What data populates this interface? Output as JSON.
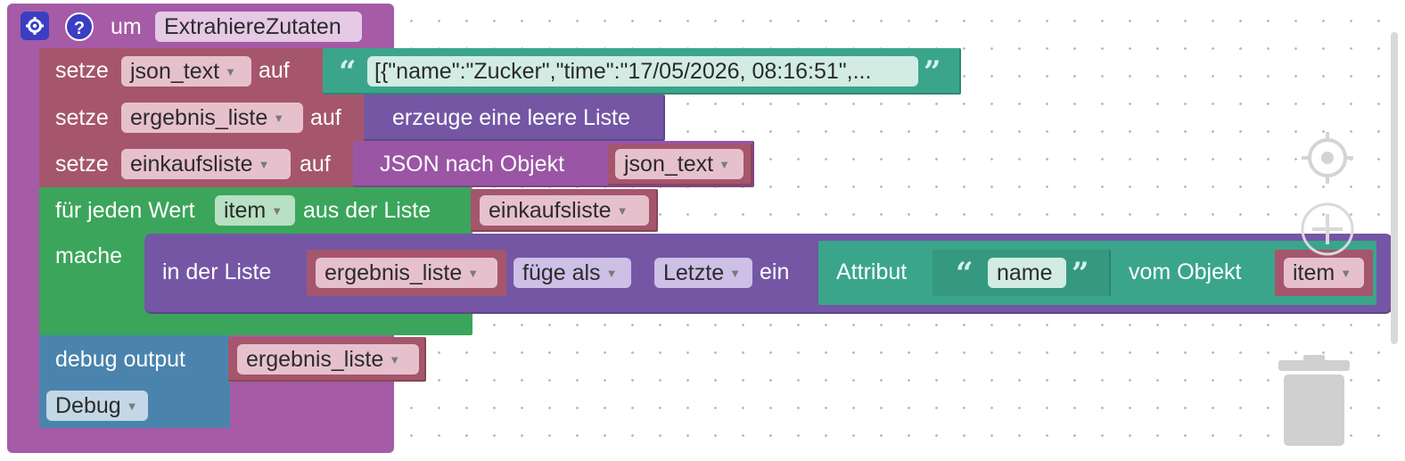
{
  "procedure": {
    "keyword": "um",
    "name": "ExtrahiereZutaten"
  },
  "icons": {
    "settings": "gear-icon",
    "help": "question-icon"
  },
  "rows": {
    "set_json": {
      "set_label": "setze",
      "variable": "json_text",
      "to_label": "auf",
      "text_value": "[{\"name\":\"Zucker\",\"time\":\"17/05/2026, 08:16:51\",..."
    },
    "set_result": {
      "set_label": "setze",
      "variable": "ergebnis_liste",
      "to_label": "auf",
      "value": "erzeuge eine leere Liste"
    },
    "set_shopping": {
      "set_label": "setze",
      "variable": "einkaufsliste",
      "to_label": "auf",
      "func": "JSON nach Objekt",
      "arg": "json_text"
    },
    "foreach": {
      "label": "für jeden Wert",
      "variable": "item",
      "from_label": "aus der Liste",
      "list": "einkaufsliste",
      "do_label": "mache"
    },
    "insert": {
      "in_label": "in der Liste",
      "list": "ergebnis_liste",
      "mode": "füge als",
      "position": "Letzte",
      "in_suffix": "ein",
      "attr_label": "Attribut",
      "attr_name": "name",
      "from_obj_label": "vom Objekt",
      "obj": "item"
    },
    "debug": {
      "label": "debug output",
      "value": "ergebnis_liste",
      "level": "Debug"
    }
  },
  "colors": {
    "procedure": "#a55ba5",
    "variables": "#a5566c",
    "lists": "#7456a5",
    "loops": "#3ba55b",
    "text": "#3aa58b",
    "debug": "#4a84ad"
  }
}
